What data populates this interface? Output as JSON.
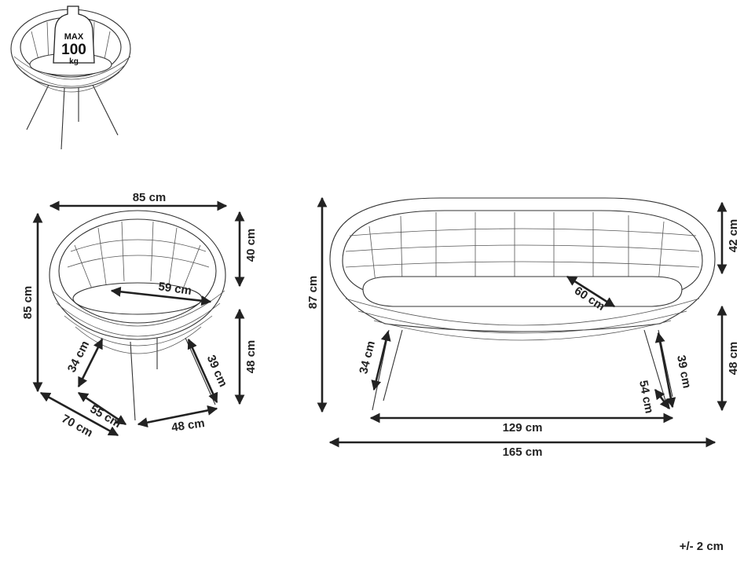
{
  "badge": {
    "line1": "MAX",
    "line2": "100",
    "line3": "kg"
  },
  "chair": {
    "width": "85 cm",
    "height": "85 cm",
    "back_height": "40 cm",
    "seat_height": "48 cm",
    "seat_depth": "59 cm",
    "leg_front": "34 cm",
    "leg_side": "39 cm",
    "depth": "70 cm",
    "base_depth": "55 cm",
    "base_width": "48 cm"
  },
  "sofa": {
    "height": "87 cm",
    "back_height": "42 cm",
    "seat_height": "48 cm",
    "seat_depth": "60 cm",
    "leg_front": "34 cm",
    "leg_side": "39 cm",
    "leg_depth": "54 cm",
    "base_width": "129 cm",
    "width": "165 cm"
  },
  "tolerance": "+/- 2 cm"
}
